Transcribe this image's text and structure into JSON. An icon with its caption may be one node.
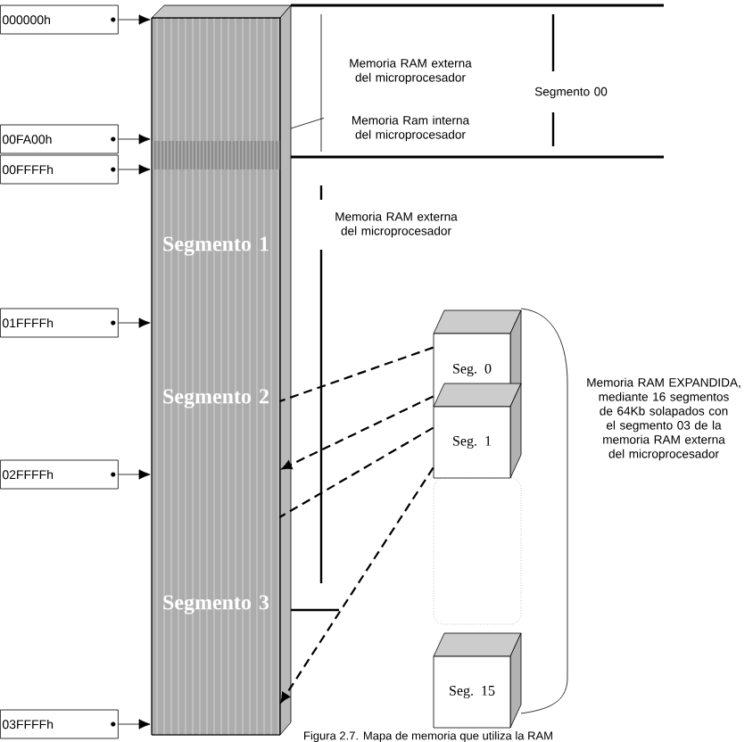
{
  "diagram": {
    "caption": "Figura 2.7. Mapa de memoria que utiliza la RAM",
    "nodes": [
      {
        "text": [
          "000000h"
        ]
      },
      {
        "text": [
          "00FA00h"
        ]
      },
      {
        "text": [
          "00FFFFh"
        ]
      },
      {
        "text": [
          "01FFFFh"
        ]
      },
      {
        "text": [
          "02FFFFh"
        ]
      },
      {
        "text": [
          "03FFFFh"
        ]
      },
      {
        "text": [],
        "shape": "bar"
      },
      {
        "text": [
          "Segmento 1"
        ],
        "in": 6
      },
      {
        "text": [
          "Segmento 2"
        ],
        "in": 6
      },
      {
        "text": [
          "Segmento 3"
        ],
        "in": 6
      },
      {
        "text": [
          "Seg. 0"
        ]
      },
      {
        "text": [
          "Seg. 1"
        ]
      },
      {
        "text": [],
        "shape": "box"
      },
      {
        "text": [
          "Seg. 15"
        ]
      }
    ],
    "edges": [
      {
        "from": 0,
        "to": 6,
        "arrow": "to"
      },
      {
        "from": 1,
        "to": 6,
        "arrow": "to"
      },
      {
        "from": 2,
        "to": 6,
        "arrow": "to"
      },
      {
        "from": 3,
        "to": 6,
        "arrow": "to"
      },
      {
        "from": 4,
        "to": 6,
        "arrow": "to"
      },
      {
        "from": 5,
        "to": 6,
        "arrow": "to"
      },
      {
        "from": 10,
        "to": 8,
        "arrow": "none",
        "style": "dashed"
      },
      {
        "from": 10,
        "to": 8,
        "arrow": "to",
        "style": "dashed"
      },
      {
        "from": 11,
        "to": 9,
        "arrow": "none",
        "style": "dashed"
      },
      {
        "from": 11,
        "to": 9,
        "arrow": "to",
        "style": "dashed"
      }
    ],
    "labels": [
      "Memoria RAM externa del microprocesador",
      "Memoria Ram interna del microprocesador",
      "Segmento 00",
      "Memoria RAM externa del microprocesador",
      "Memoria RAM EXPANDIDA, mediante 16 segmentos de 64Kb solapados con el segmento 03 de la memoria RAM externa del microprocesador"
    ]
  }
}
